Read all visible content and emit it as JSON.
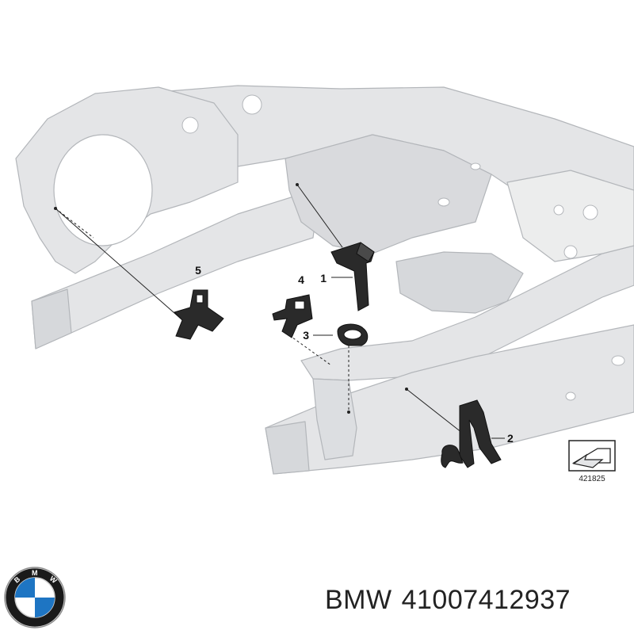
{
  "diagram": {
    "callouts": [
      "1",
      "2",
      "3",
      "4",
      "5"
    ],
    "reference_number": "421825"
  },
  "brand": {
    "logo_letters": [
      "B",
      "M",
      "W"
    ],
    "name": "BMW",
    "part_number": "41007412937"
  },
  "colors": {
    "frame_fill": "#e4e5e7",
    "frame_stroke": "#b3b6ba",
    "part_fill": "#2a2a2a",
    "logo_blue": "#1e75c3",
    "logo_ring": "#1a1a1a"
  }
}
